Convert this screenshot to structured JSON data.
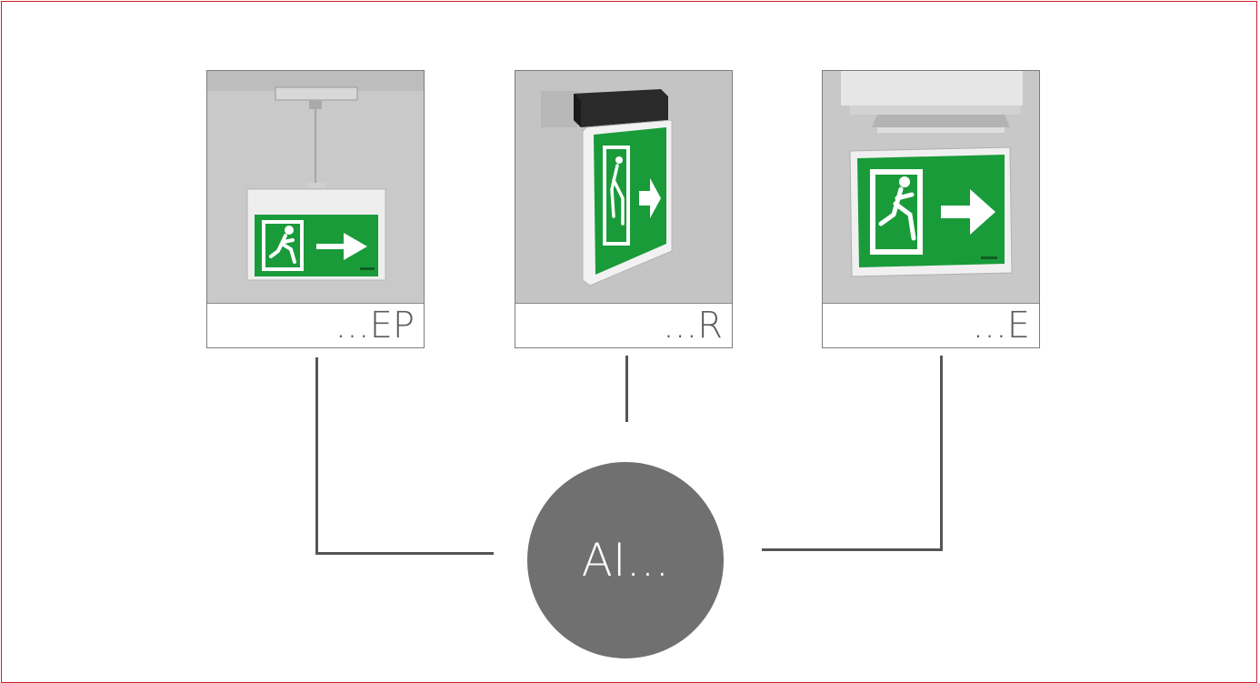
{
  "variants": [
    {
      "label": "...EP"
    },
    {
      "label": "...R"
    },
    {
      "label": "...E"
    }
  ],
  "hub_label": "AI...",
  "colors": {
    "frame": "#d0202e",
    "wire": "#555555",
    "hub": "#707070",
    "sign_green": "#1a9b3a",
    "card_bg": "#c8c8c8"
  }
}
